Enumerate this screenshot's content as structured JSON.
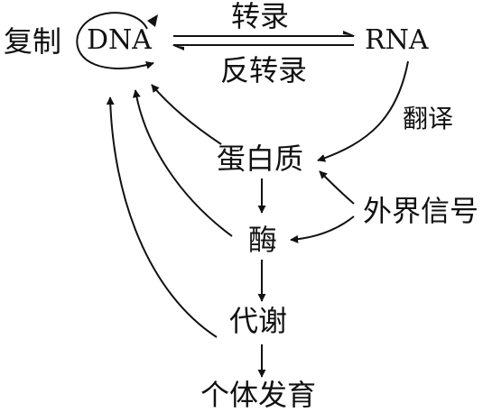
{
  "diagram": {
    "nodes": {
      "dna": "DNA",
      "rna": "RNA",
      "protein": "蛋白质",
      "enzyme": "酶",
      "metabolism": "代谢",
      "development": "个体发育",
      "signal": "外界信号"
    },
    "edges": {
      "replication": "复制",
      "transcription": "转录",
      "reverse_transcription": "反转录",
      "translation": "翻译"
    },
    "stroke_color": "#111111"
  }
}
